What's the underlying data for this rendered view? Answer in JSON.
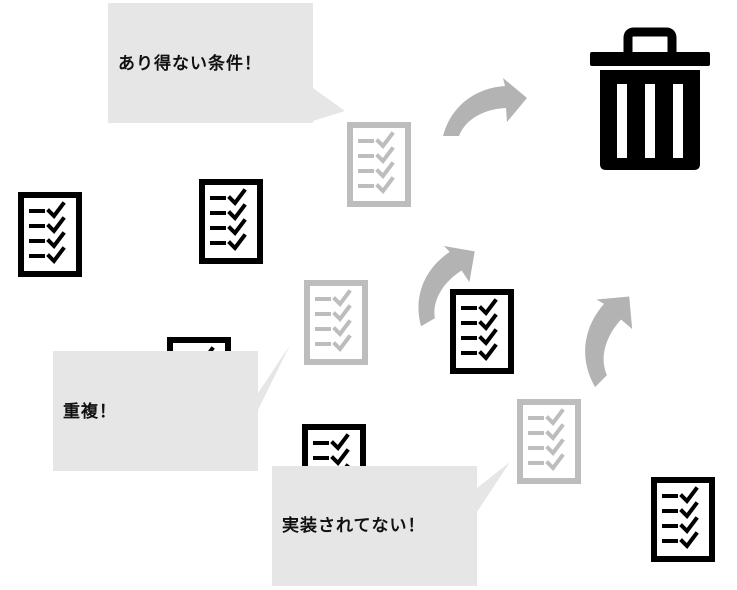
{
  "colors": {
    "background": "#ffffff",
    "active_stroke": "#000000",
    "faded_stroke": "#bdbdbd",
    "bubble_fill": "#e6e6e6",
    "arrow_fill": "#b3b3b3",
    "text": "#111111"
  },
  "bubbles": [
    {
      "name": "bubble-impossible-condition",
      "text": "あり得ない条件！"
    },
    {
      "name": "bubble-duplicate",
      "text": "重複！"
    },
    {
      "name": "bubble-not-implemented",
      "text": "実装されてない！"
    }
  ],
  "icons": {
    "checklist": "checklist-icon",
    "trash": "trash-can-icon",
    "arrow": "curved-arrow-icon"
  }
}
